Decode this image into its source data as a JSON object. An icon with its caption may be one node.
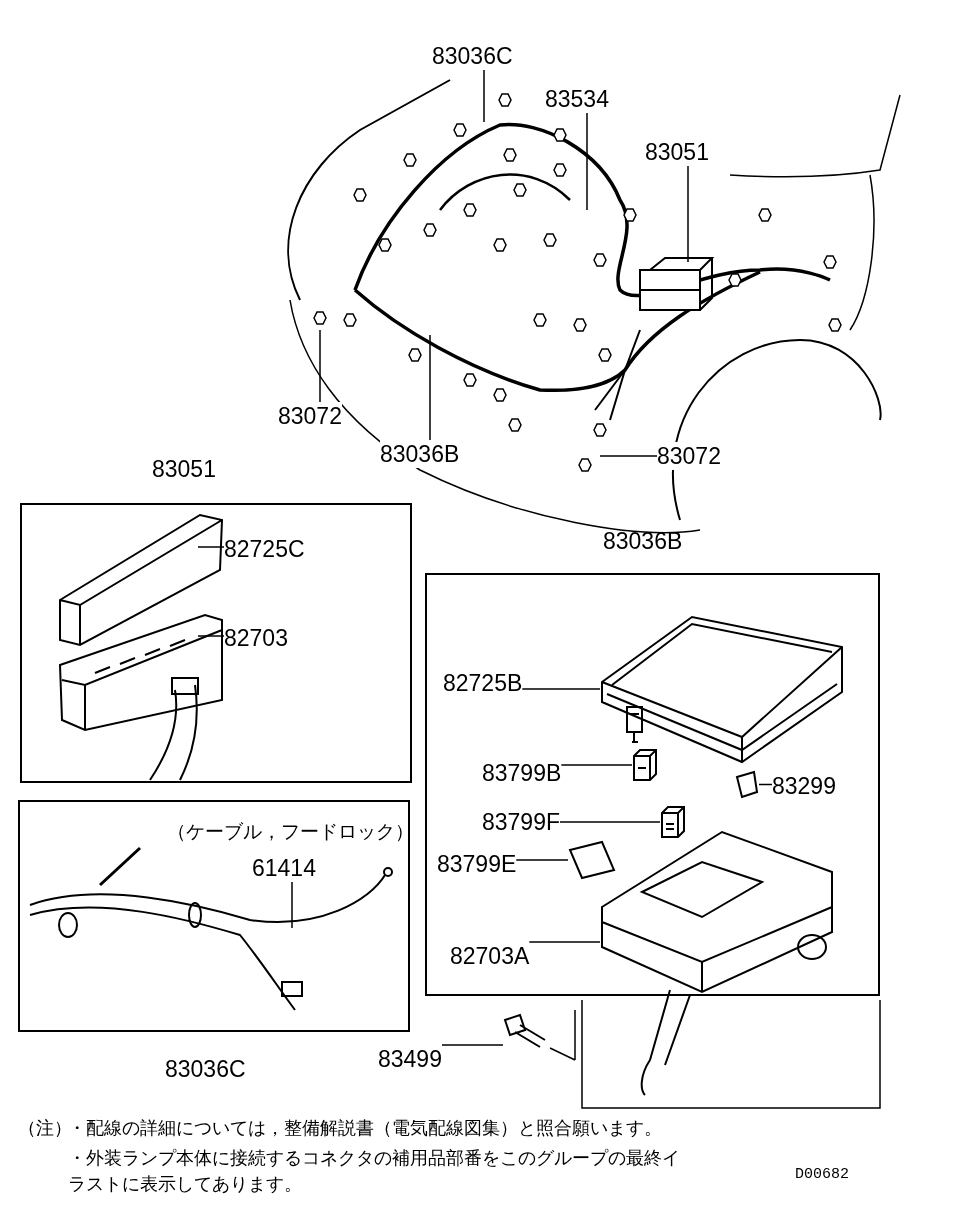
{
  "diagram": {
    "nodes": [
      {
        "text": [
          "83036C"
        ]
      },
      {
        "text": [
          "83534"
        ]
      },
      {
        "text": [
          "83051"
        ]
      },
      {
        "text": [
          "83072"
        ]
      },
      {
        "text": [
          "83036B"
        ]
      },
      {
        "text": [
          "83072"
        ]
      },
      {
        "text": [
          "83051"
        ]
      },
      {
        "text": [
          "82725C"
        ],
        "in": 6
      },
      {
        "text": [
          "82703"
        ],
        "in": 6
      },
      {
        "text": [
          "83036C"
        ]
      },
      {
        "text": [
          "（ケーブル，フードロック）",
          "61414"
        ],
        "in": 9
      },
      {
        "text": [
          "83036B"
        ]
      },
      {
        "text": [
          "82725B"
        ],
        "in": 11
      },
      {
        "text": [
          "83799B"
        ],
        "in": 11
      },
      {
        "text": [
          "83299"
        ],
        "in": 11
      },
      {
        "text": [
          "83799F"
        ],
        "in": 11
      },
      {
        "text": [
          "83799E"
        ],
        "in": 11
      },
      {
        "text": [
          "82703A"
        ],
        "in": 11
      },
      {
        "text": [
          "83499"
        ]
      },
      {
        "text": [],
        "shape": "picture",
        "in": 11
      },
      {
        "text": [],
        "shape": "picture",
        "in": 11
      },
      {
        "text": [],
        "shape": "picture",
        "in": 11
      },
      {
        "text": [],
        "shape": "picture",
        "in": 11
      },
      {
        "text": [],
        "shape": "picture",
        "in": 11
      },
      {
        "text": [],
        "shape": "picture",
        "in": 11
      },
      {
        "text": [],
        "shape": "picture"
      }
    ],
    "edges": [
      {
        "from": 0,
        "to": null,
        "arrow": "none"
      },
      {
        "from": 1,
        "to": null,
        "arrow": "none"
      },
      {
        "from": 2,
        "to": null,
        "arrow": "none"
      },
      {
        "from": 3,
        "to": null,
        "arrow": "none"
      },
      {
        "from": 4,
        "to": null,
        "arrow": "none"
      },
      {
        "from": 5,
        "to": null,
        "arrow": "none"
      },
      {
        "from": 7,
        "to": null,
        "arrow": "none"
      },
      {
        "from": 8,
        "to": null,
        "arrow": "none"
      },
      {
        "from": 10,
        "to": null,
        "arrow": "none"
      },
      {
        "from": 12,
        "to": 19,
        "arrow": "none"
      },
      {
        "from": 13,
        "to": 20,
        "arrow": "none"
      },
      {
        "from": 14,
        "to": 21,
        "arrow": "none"
      },
      {
        "from": 15,
        "to": 22,
        "arrow": "none"
      },
      {
        "from": 16,
        "to": 23,
        "arrow": "none"
      },
      {
        "from": 17,
        "to": 24,
        "arrow": "none"
      },
      {
        "from": 18,
        "to": 25,
        "arrow": "none"
      }
    ],
    "labels": [
      "（注）",
      "・配線の詳細については，整備解説書（電気配線図集）と照合願います。",
      "・外装ランプ本体に接続するコネクタの補用品部番をこのグループの最終イラストに表示してあります。",
      "D00682"
    ]
  }
}
